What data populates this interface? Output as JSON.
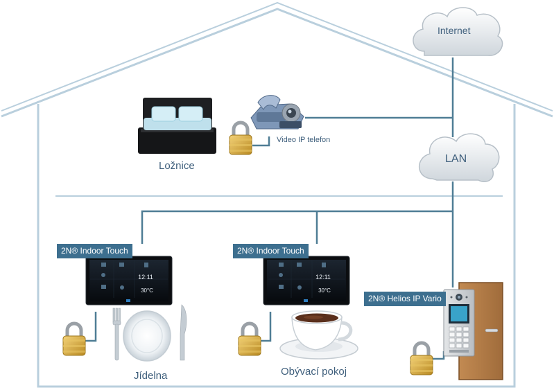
{
  "network": {
    "internet_label": "Internet",
    "lan_label": "LAN"
  },
  "rooms": {
    "bedroom_label": "Ložnice",
    "dining_label": "Jídelna",
    "living_label": "Obývací pokoj"
  },
  "devices": {
    "video_phone_label": "Video IP telefon",
    "indoor_touch_1_label": "2N® Indoor Touch",
    "indoor_touch_2_label": "2N® Indoor Touch",
    "helios_label": "2N® Helios IP Vario"
  },
  "screen": {
    "time": "12:11",
    "temperature": "30°C"
  },
  "colors": {
    "house_outline": "#b9cfdd",
    "wire": "#4f7d95",
    "tag_bg": "#3d6f8f",
    "lock_gold": "#d6a83b",
    "door": "#b07a45"
  }
}
